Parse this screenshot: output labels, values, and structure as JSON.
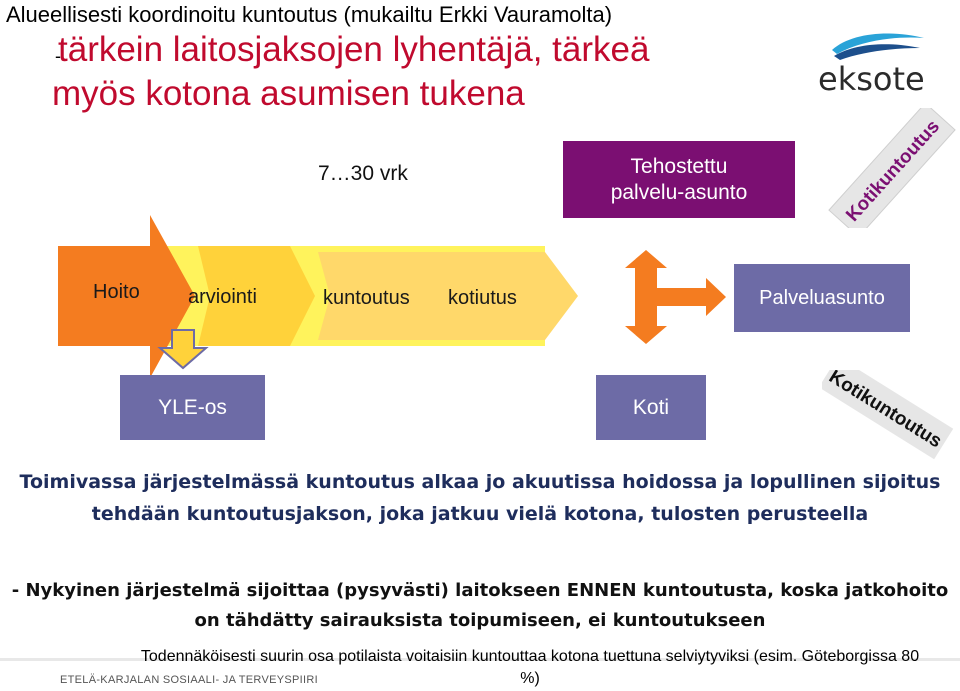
{
  "title": {
    "line1": "Alueellisesti koordinoitu kuntoutus (mukailtu Erkki Vauramolta)",
    "dash": "-",
    "line2": "tärkein laitosjaksojen lyhentäjä, tärkeä",
    "line3": "myös kotona asumisen tukena"
  },
  "logo": {
    "text": "eksote",
    "icon": "eksote-logo"
  },
  "days": "7…30 vrk",
  "boxes": {
    "tehostettu": "Tehostettu palvelu-asunto",
    "palveluasunto": "Palveluasunto",
    "yle": "YLE-os",
    "koti": "Koti"
  },
  "flow": {
    "hoito": "Hoito",
    "arviointi": "arviointi",
    "kuntoutus": "kuntoutus",
    "kotiutus": "kotiutus"
  },
  "rotated": {
    "top": "Kotikuntoutus",
    "bottom": "Kotikuntoutus"
  },
  "paragraph1": "Toimivassa järjestelmässä kuntoutus alkaa jo akuutissa hoidossa ja lopullinen sijoitus tehdään kuntoutusjakson, joka jatkuu vielä kotona, tulosten perusteella",
  "paragraph2": "- Nykyinen järjestelmä sijoittaa (pysyvästi) laitokseen ENNEN kuntoutusta, koska jatkohoito on tähdätty sairauksista toipumiseen, ei kuntoutukseen",
  "footer_note": "Todennäköisesti suurin osa potilaista voitaisiin kuntouttaa kotona tuettuna selviytyviksi (esim. Göteborgissa 80 %)",
  "footer_org": "ETELÄ-KARJALAN SOSIAALI- JA TERVEYSPIIRI",
  "colors": {
    "title_red": "#c00a2e",
    "purple": "#7b0f72",
    "slate": "#6d6ba6",
    "orange": "#f4831f",
    "yellow": "#fff35c"
  }
}
